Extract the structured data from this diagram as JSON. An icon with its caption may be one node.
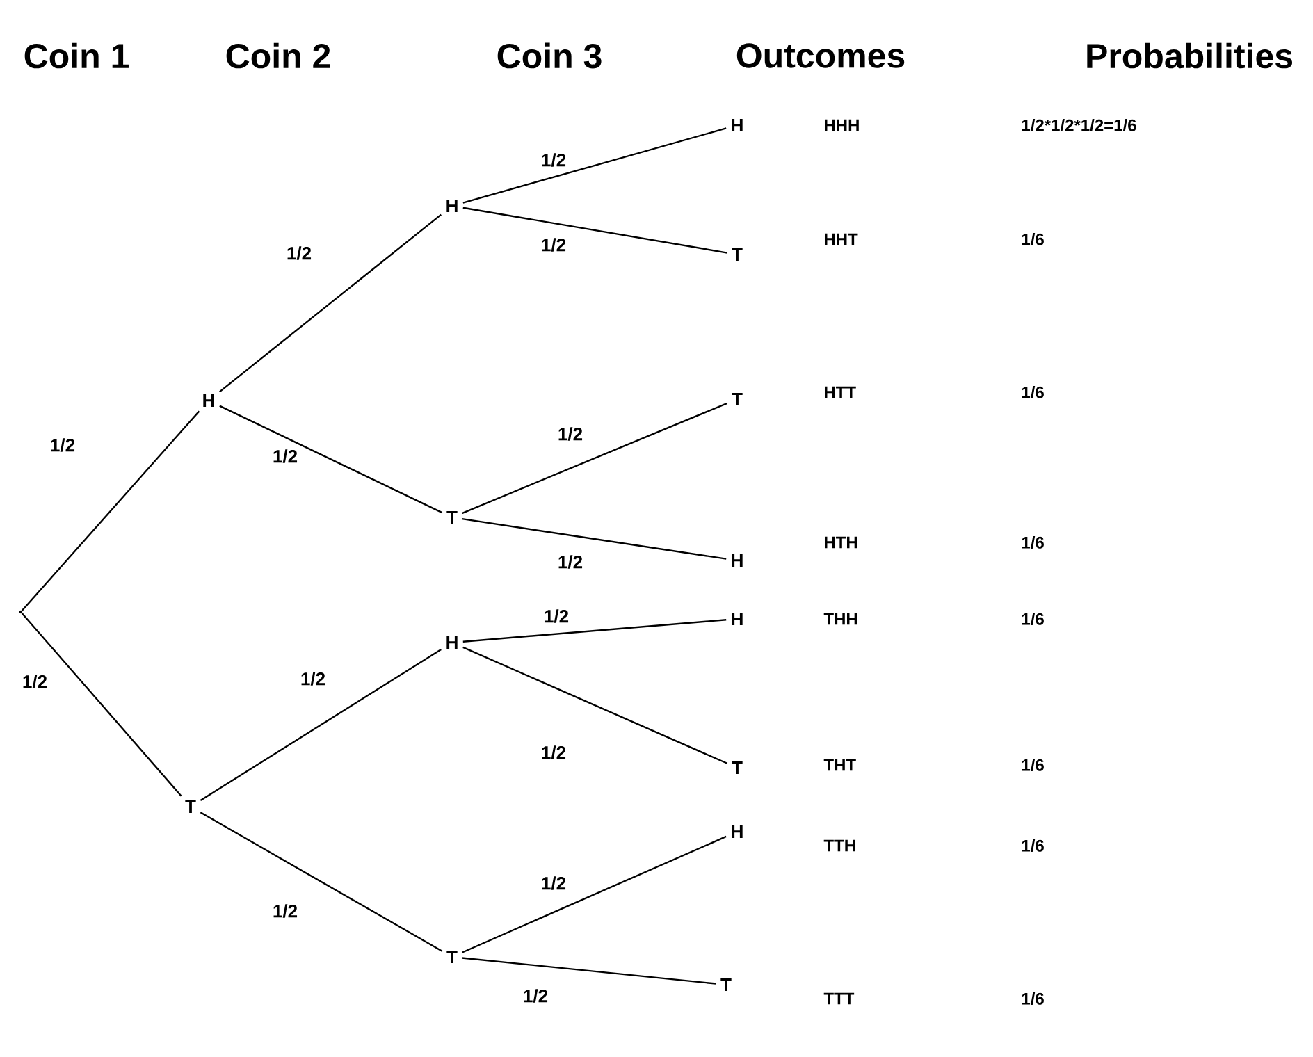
{
  "diagram": {
    "nodes": [
      {
        "text": [],
        "shape": "point"
      },
      {
        "text": [
          "H"
        ]
      },
      {
        "text": [
          "T"
        ]
      },
      {
        "text": [
          "H"
        ]
      },
      {
        "text": [
          "T"
        ]
      },
      {
        "text": [
          "H"
        ]
      },
      {
        "text": [
          "T"
        ]
      },
      {
        "text": [
          "H"
        ]
      },
      {
        "text": [
          "T"
        ]
      },
      {
        "text": [
          "T"
        ]
      },
      {
        "text": [
          "H"
        ]
      },
      {
        "text": [
          "H"
        ]
      },
      {
        "text": [
          "T"
        ]
      },
      {
        "text": [
          "H"
        ]
      },
      {
        "text": [
          "T"
        ]
      }
    ],
    "edges": [
      {
        "from": 0,
        "to": 1,
        "arrow": "none",
        "label": "1/2"
      },
      {
        "from": 0,
        "to": 2,
        "arrow": "none",
        "label": "1/2"
      },
      {
        "from": 1,
        "to": 3,
        "arrow": "none",
        "label": "1/2"
      },
      {
        "from": 1,
        "to": 4,
        "arrow": "none",
        "label": "1/2"
      },
      {
        "from": 2,
        "to": 5,
        "arrow": "none",
        "label": "1/2"
      },
      {
        "from": 2,
        "to": 6,
        "arrow": "none",
        "label": "1/2"
      },
      {
        "from": 3,
        "to": 7,
        "arrow": "none",
        "label": "1/2"
      },
      {
        "from": 3,
        "to": 8,
        "arrow": "none",
        "label": "1/2"
      },
      {
        "from": 4,
        "to": 9,
        "arrow": "none",
        "label": "1/2"
      },
      {
        "from": 4,
        "to": 10,
        "arrow": "none",
        "label": "1/2"
      },
      {
        "from": 5,
        "to": 11,
        "arrow": "none",
        "label": "1/2"
      },
      {
        "from": 5,
        "to": 12,
        "arrow": "none",
        "label": "1/2"
      },
      {
        "from": 6,
        "to": 13,
        "arrow": "none",
        "label": "1/2"
      },
      {
        "from": 6,
        "to": 14,
        "arrow": "none",
        "label": "1/2"
      }
    ],
    "labels": [
      "Coin 1",
      "Coin 2",
      "Coin 3",
      "Outcomes",
      "Probabilities",
      "HHH",
      "1/2*1/2*1/2=1/6",
      "HHT",
      "1/6",
      "HTT",
      "1/6",
      "HTH",
      "1/6",
      "THH",
      "1/6",
      "THT",
      "1/6",
      "TTH",
      "1/6",
      "TTT",
      "1/6"
    ]
  }
}
